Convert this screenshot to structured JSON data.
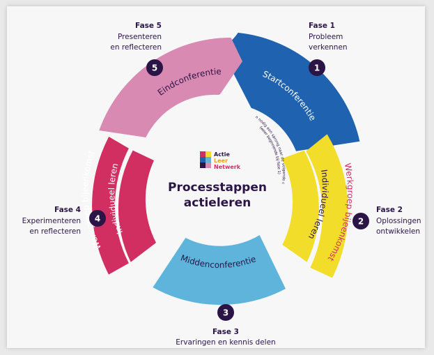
{
  "center": {
    "title_line1": "Processtappen",
    "title_line2": "actieleren",
    "logo": {
      "line1": "Actie",
      "line2": "Leer",
      "line3": "Netwerk"
    }
  },
  "phases": [
    {
      "num": "1",
      "title": "Fase 1",
      "desc_line1": "Probleem",
      "desc_line2": "verkennen"
    },
    {
      "num": "2",
      "title": "Fase 2",
      "desc_line1": "Oplossingen",
      "desc_line2": "ontwikkelen"
    },
    {
      "num": "3",
      "title": "Fase 3",
      "desc_line1": "Ervaringen en kennis delen",
      "desc_line2": ""
    },
    {
      "num": "4",
      "title": "Fase 4",
      "desc_line1": "Experimenteren",
      "desc_line2": "en reflecteren"
    },
    {
      "num": "5",
      "title": "Fase 5",
      "desc_line1": "Presenteren",
      "desc_line2": "en reflecteren"
    }
  ],
  "segments": {
    "startconferentie": "Startconferentie",
    "eindconferentie": "Eindconferentie",
    "middenconferentie": "Middenconferentie",
    "werkgroep_right": "Werkgroep bijeenkomst",
    "individueel_right": "Individueel leren",
    "werkgroep_left": "Werkgroep bijeenkomst",
    "individueel_left": "Individueel leren"
  },
  "note": {
    "line1": "Indien nodig een sprong naar de volgende cyclus",
    "line2": "(weer beginnende bij fase 1)"
  },
  "colors": {
    "blue": "#1f63b0",
    "yellow": "#f2de2a",
    "light_blue": "#5fb4dc",
    "crimson": "#d12f62",
    "pink": "#d98ab2",
    "navy": "#2b1446"
  }
}
